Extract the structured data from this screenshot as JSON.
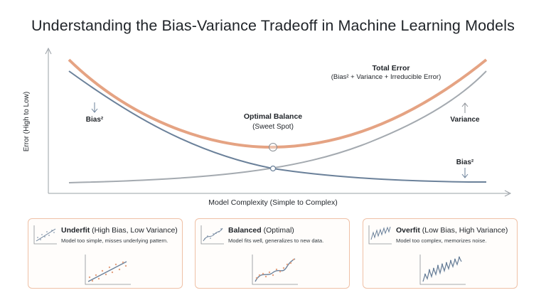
{
  "title": "Understanding the Bias-Variance Tradeoff in Machine Learning Models",
  "chart_data": {
    "type": "line",
    "xlabel": "Model Complexity (Simple to Complex)",
    "ylabel": "Error (High to Low)",
    "series": [
      {
        "name": "Total Error",
        "color": "#e5a383"
      },
      {
        "name": "Bias²",
        "color": "#6b819a"
      },
      {
        "name": "Variance",
        "color": "#a4aab0"
      }
    ],
    "annotations": {
      "total_error_title": "Total Error",
      "total_error_formula": "(Bias² + Variance + Irreducible Error)",
      "optimal_title": "Optimal Balance",
      "optimal_sub": "(Sweet Spot)",
      "bias_left": "Bias²",
      "bias_right": "Bias²",
      "variance": "Variance"
    }
  },
  "cards": [
    {
      "title": "Underfit",
      "title_rest": " (High Bias, Low Variance)",
      "description": "Model too simple, misses underlying pattern.",
      "icon": "linear-fit-icon"
    },
    {
      "title": "Balanced",
      "title_rest": " (Optimal)",
      "description": "Model fits well, generalizes to new data.",
      "icon": "smooth-fit-icon"
    },
    {
      "title": "Overfit",
      "title_rest": " (Low Bias, High Variance)",
      "description": "Model too complex, memorizes noise.",
      "icon": "jagged-fit-icon"
    }
  ],
  "colors": {
    "total_error": "#e5a383",
    "bias": "#6b819a",
    "variance": "#a4aab0",
    "card_border": "#efc1a6",
    "axis": "#9aa0a6"
  }
}
